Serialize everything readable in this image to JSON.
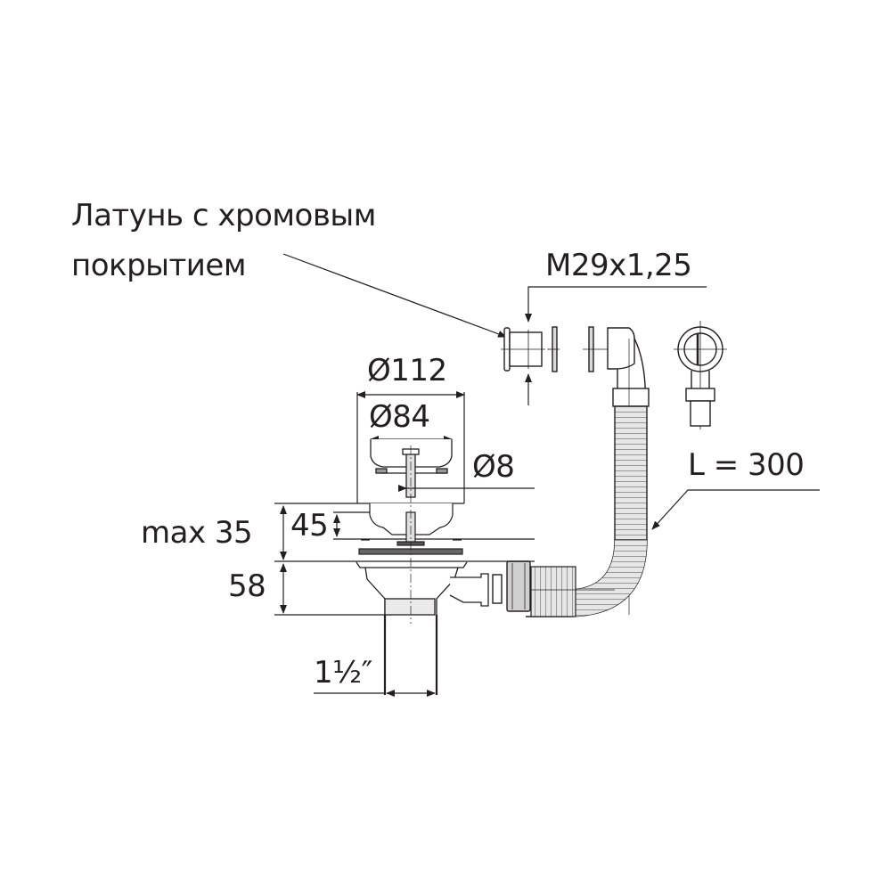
{
  "drawing": {
    "title": "Sink drain strainer with overflow — dimensional drawing",
    "material_note": {
      "line1": "Латунь с хромовым",
      "line2": "покрытием"
    },
    "overflow_thread": "M29x1,25",
    "dimensions": {
      "outer_diameter": "Ø112",
      "basket_diameter": "Ø84",
      "stem_diameter": "Ø8",
      "max_sink_thickness": "max 35",
      "basket_depth": "45",
      "body_height": "58",
      "outlet_size": "1½″",
      "hose_length": "L = 300"
    },
    "colors": {
      "line": "#231f20",
      "fill_gray": "#d9d9d9",
      "hose_fill": "#c8c8c8",
      "background": "#ffffff"
    }
  }
}
